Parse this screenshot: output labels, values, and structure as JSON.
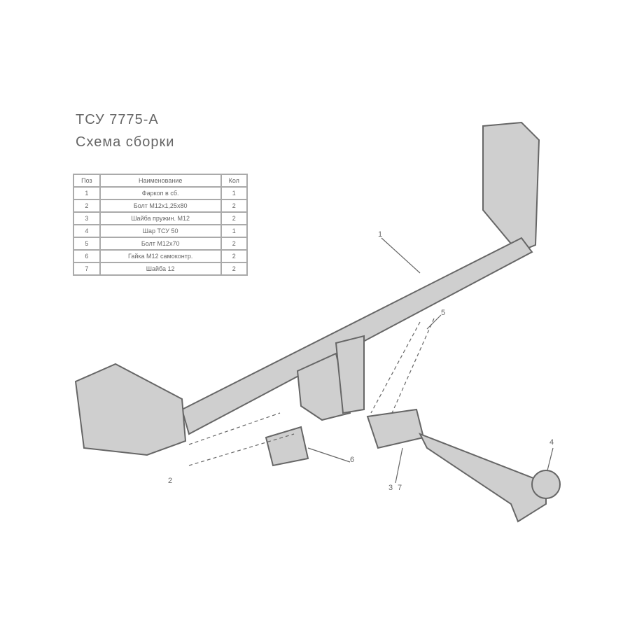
{
  "title": "ТСУ 7775-А",
  "subtitle": "Схема сборки",
  "table": {
    "headers": [
      "Поз",
      "Наименование",
      "Кол"
    ],
    "rows": [
      [
        "1",
        "Фаркоп в сб.",
        "1"
      ],
      [
        "2",
        "Болт М12х1,25х80",
        "2"
      ],
      [
        "3",
        "Шайба пружин. М12",
        "2"
      ],
      [
        "4",
        "Шар ТСУ 50",
        "1"
      ],
      [
        "5",
        "Болт М12х70",
        "2"
      ],
      [
        "6",
        "Гайка М12 самоконтр.",
        "2"
      ],
      [
        "7",
        "Шайба 12",
        "2"
      ]
    ]
  },
  "callouts": [
    "1",
    "2",
    "3",
    "4",
    "5",
    "6",
    "7"
  ],
  "colors": {
    "fill": "#cfcfcf",
    "stroke": "#666666"
  }
}
